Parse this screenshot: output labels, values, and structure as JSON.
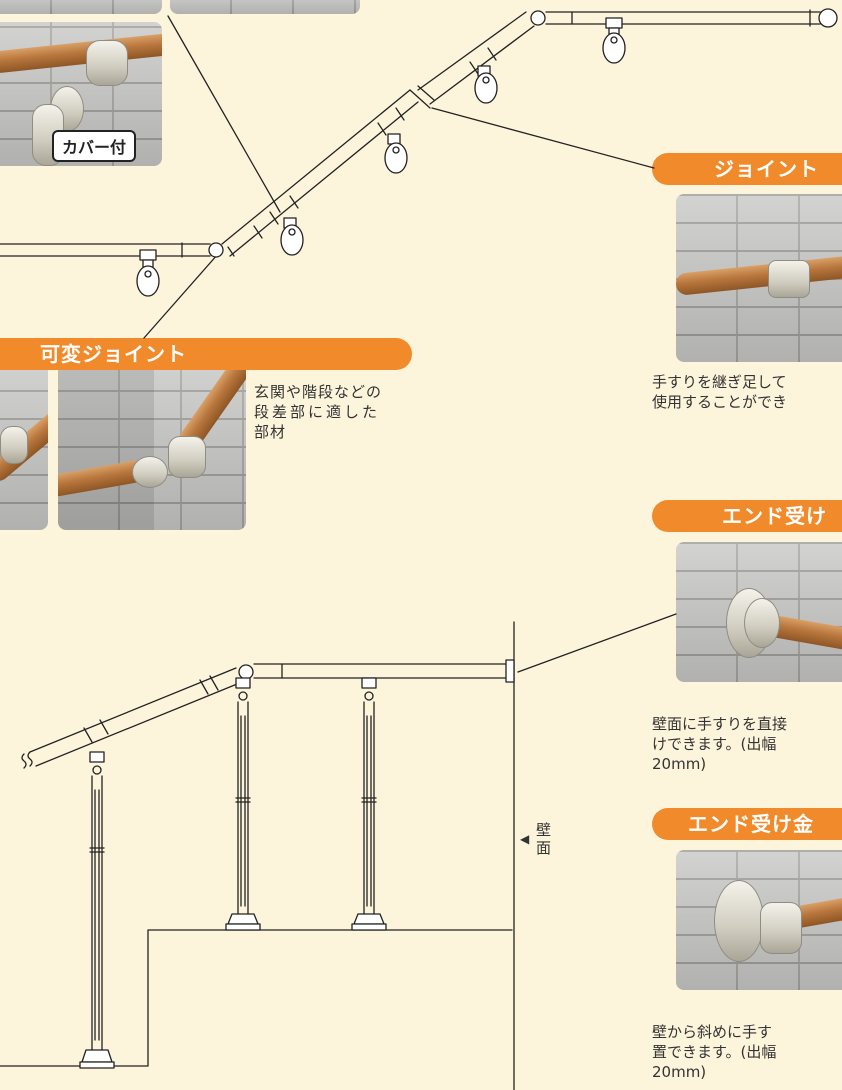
{
  "cover_badge": "カバー付",
  "variable_joint": {
    "title": "可変ジョイント",
    "desc": [
      "玄関や階段などの",
      "段差部に適した",
      "部材"
    ]
  },
  "joint": {
    "title": "ジョイント",
    "desc": [
      "手すりを継ぎ足して",
      "使用することができ"
    ]
  },
  "end_receiver": {
    "title": "エンド受け",
    "desc": [
      "壁面に手すりを直接",
      "けできます。(出幅",
      "20mm)"
    ]
  },
  "end_receiver_bracket": {
    "title": "エンド受け金",
    "desc": [
      "壁から斜めに手す",
      "置できます。(出幅",
      "20mm)"
    ]
  },
  "wall_label": {
    "arrow": "◀",
    "chars": [
      "壁",
      "面"
    ]
  }
}
